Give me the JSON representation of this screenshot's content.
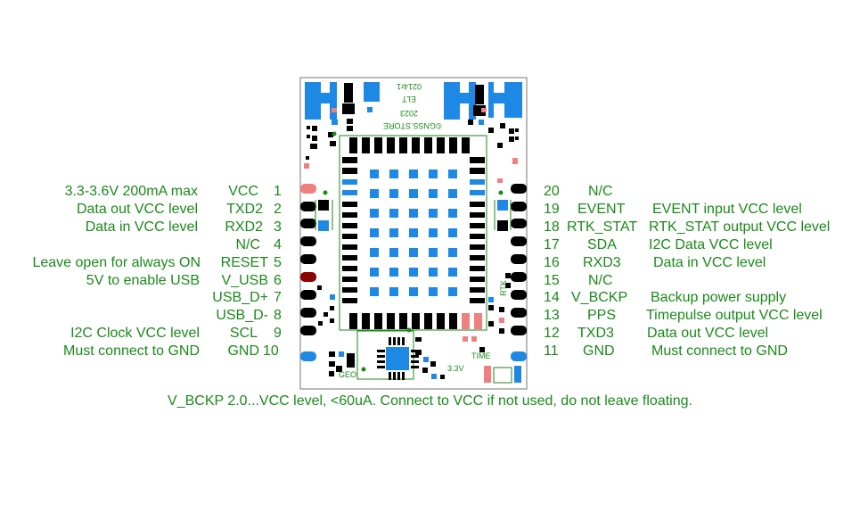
{
  "board": {
    "silk_text_top": [
      "0214r1",
      "ELT",
      "2023",
      "©GNSS.STORE"
    ],
    "silk_geo": "GEO",
    "silk_time": "TIME",
    "silk_33v": "3.3V",
    "silk_rtk": "RTK"
  },
  "left_pins": [
    {
      "desc": "3.3-3.6V 200mA max",
      "name": "VCC",
      "num": "1"
    },
    {
      "desc": "Data out VCC level",
      "name": "TXD2",
      "num": "2"
    },
    {
      "desc": "Data in VCC level",
      "name": "RXD2",
      "num": "3"
    },
    {
      "desc": "",
      "name": "N/C",
      "num": "4"
    },
    {
      "desc": "Leave open for always ON",
      "name": "RESET",
      "num": "5"
    },
    {
      "desc": "5V to enable USB",
      "name": "V_USB",
      "num": "6"
    },
    {
      "desc": "",
      "name": "USB_D+",
      "num": "7"
    },
    {
      "desc": "",
      "name": "USB_D-",
      "num": "8"
    },
    {
      "desc": "I2C Clock VCC level",
      "name": "SCL",
      "num": "9"
    },
    {
      "desc": "Must connect to GND",
      "name": "GND",
      "num": "10"
    }
  ],
  "right_pins": [
    {
      "num": "20",
      "name": "N/C",
      "desc": ""
    },
    {
      "num": "19",
      "name": "EVENT",
      "desc": "EVENT input VCC level"
    },
    {
      "num": "18",
      "name": "RTK_STAT",
      "desc": "RTK_STAT output VCC level"
    },
    {
      "num": "17",
      "name": "SDA",
      "desc": "I2C Data VCC level"
    },
    {
      "num": "16",
      "name": "RXD3",
      "desc": "Data in VCC level"
    },
    {
      "num": "15",
      "name": "N/C",
      "desc": ""
    },
    {
      "num": "14",
      "name": "V_BCKP",
      "desc": "Backup power supply"
    },
    {
      "num": "13",
      "name": "PPS",
      "desc": "Timepulse output VCC level"
    },
    {
      "num": "12",
      "name": "TXD3",
      "desc": "Data out VCC level"
    },
    {
      "num": "11",
      "name": "GND",
      "desc": "Must connect to GND"
    }
  ],
  "note": "V_BCKP 2.0...VCC level, <60uA. Connect to VCC if not used, do not leave floating.",
  "colors": {
    "text": "#1a8a1a",
    "pad_black": "#000000",
    "pad_blue": "#1e88e5",
    "pad_pink": "#f08080",
    "pad_red": "#8b0000"
  }
}
